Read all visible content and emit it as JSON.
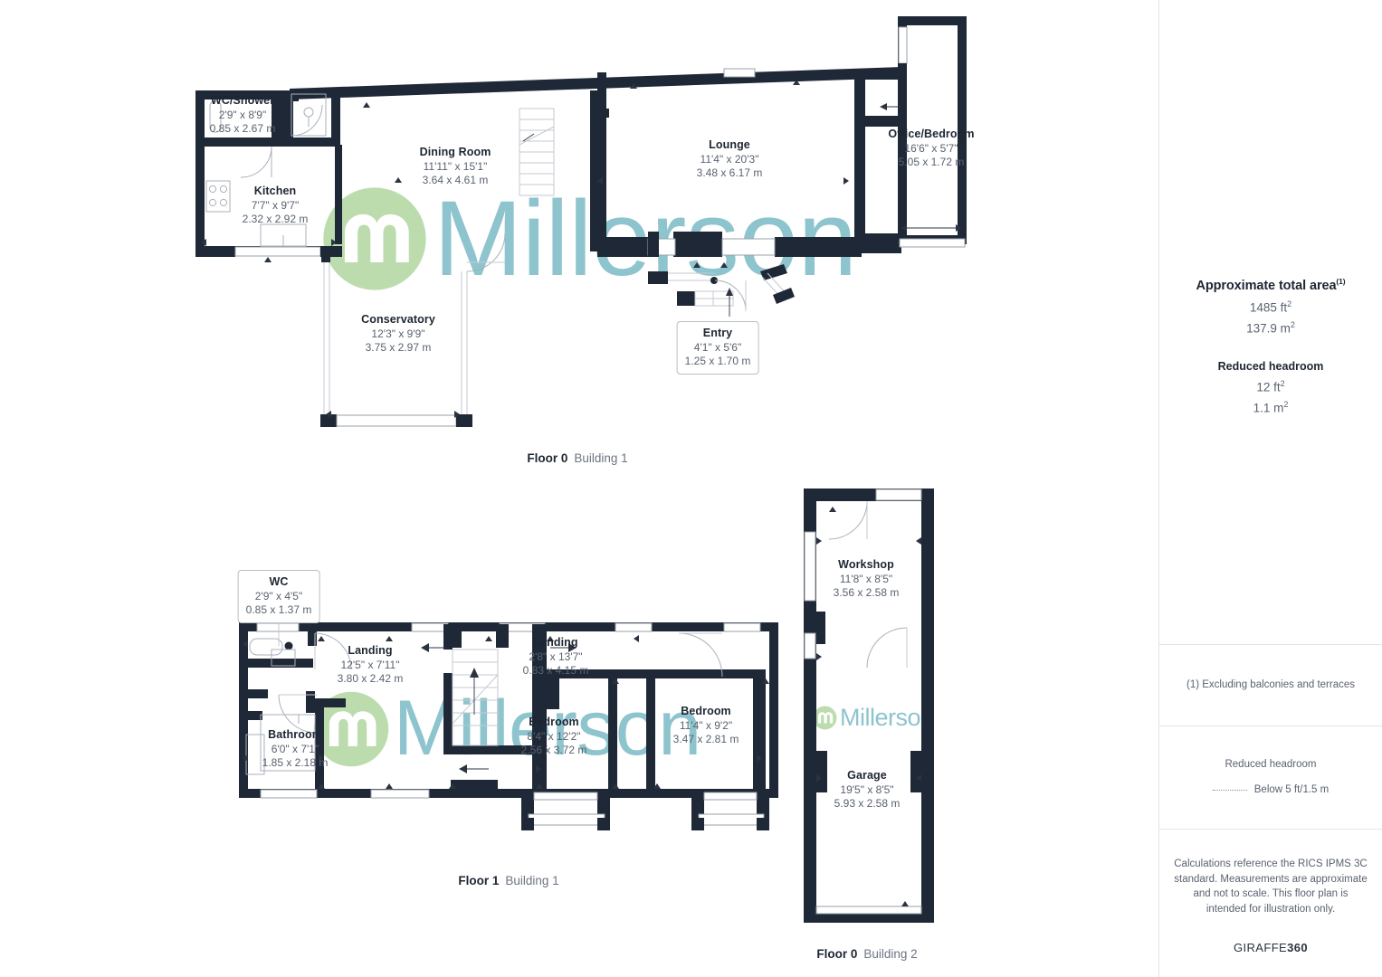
{
  "sidebar": {
    "area_heading": "Approximate total area",
    "area_heading_sup": "(1)",
    "area_sqft": "1485 ft",
    "area_sqft_sup": "2",
    "area_sqm": "137.9 m",
    "area_sqm_sup": "2",
    "headroom_heading": "Reduced headroom",
    "headroom_sqft": "12 ft",
    "headroom_sqft_sup": "2",
    "headroom_sqm": "1.1 m",
    "headroom_sqm_sup": "2",
    "footnote": "(1) Excluding balconies and terraces",
    "legend_heading": "Reduced headroom",
    "legend_label": "Below 5 ft/1.5 m",
    "calculations_note": "Calculations reference the RICS IPMS 3C standard. Measurements are approximate and not to scale. This floor plan is intended for illustration only.",
    "brand_name": "GIRAFFE",
    "brand_suffix": "360"
  },
  "watermark": {
    "word": "Millerson",
    "logo_name": "millerson-m-logo"
  },
  "floors": [
    {
      "id": "floor0-b1",
      "number": "Floor 0",
      "building": "Building 1"
    },
    {
      "id": "floor1-b1",
      "number": "Floor 1",
      "building": "Building 1"
    },
    {
      "id": "floor0-b2",
      "number": "Floor 0",
      "building": "Building 2"
    }
  ],
  "rooms": {
    "wc_shower": {
      "name": "WC/Shower",
      "imperial": "2'9\" x 8'9\"",
      "metric": "0.85 x 2.67 m"
    },
    "kitchen": {
      "name": "Kitchen",
      "imperial": "7'7\" x 9'7\"",
      "metric": "2.32 x 2.92 m"
    },
    "dining_room": {
      "name": "Dining Room",
      "imperial": "11'11\" x 15'1\"",
      "metric": "3.64 x 4.61 m"
    },
    "lounge": {
      "name": "Lounge",
      "imperial": "11'4\" x 20'3\"",
      "metric": "3.48 x 6.17 m"
    },
    "office_bedroom": {
      "name": "Office/Bedroom",
      "imperial": "16'6\" x 5'7\"",
      "metric": "5.05 x 1.72 m"
    },
    "conservatory": {
      "name": "Conservatory",
      "imperial": "12'3\" x 9'9\"",
      "metric": "3.75 x 2.97 m"
    },
    "entry": {
      "name": "Entry",
      "imperial": "4'1\" x 5'6\"",
      "metric": "1.25 x 1.70 m"
    },
    "wc": {
      "name": "WC",
      "imperial": "2'9\" x 4'5\"",
      "metric": "0.85 x 1.37 m"
    },
    "landing_1": {
      "name": "Landing",
      "imperial": "12'5\" x 7'11\"",
      "metric": "3.80 x 2.42 m"
    },
    "landing_2": {
      "name": "Landing",
      "imperial": "2'8\" x 13'7\"",
      "metric": "0.83 x 4.15 m"
    },
    "bathroom": {
      "name": "Bathroom",
      "imperial": "6'0\" x 7'1\"",
      "metric": "1.85 x 2.18 m"
    },
    "bedroom_1": {
      "name": "Bedroom",
      "imperial": "8'4\" x 12'2\"",
      "metric": "2.56 x 3.72 m"
    },
    "bedroom_2": {
      "name": "Bedroom",
      "imperial": "11'4\" x 9'2\"",
      "metric": "3.47 x 2.81 m"
    },
    "workshop": {
      "name": "Workshop",
      "imperial": "11'8\" x 8'5\"",
      "metric": "3.56 x 2.58 m"
    },
    "garage": {
      "name": "Garage",
      "imperial": "19'5\" x 8'5\"",
      "metric": "5.93 x 2.58 m"
    }
  },
  "colors": {
    "wall": "#1e2836",
    "text_dark": "#1d2633",
    "text_muted": "#5a6270",
    "watermark_green": "#bcdcae",
    "watermark_teal": "#8ec4cd",
    "divider": "#e4e4e6"
  }
}
